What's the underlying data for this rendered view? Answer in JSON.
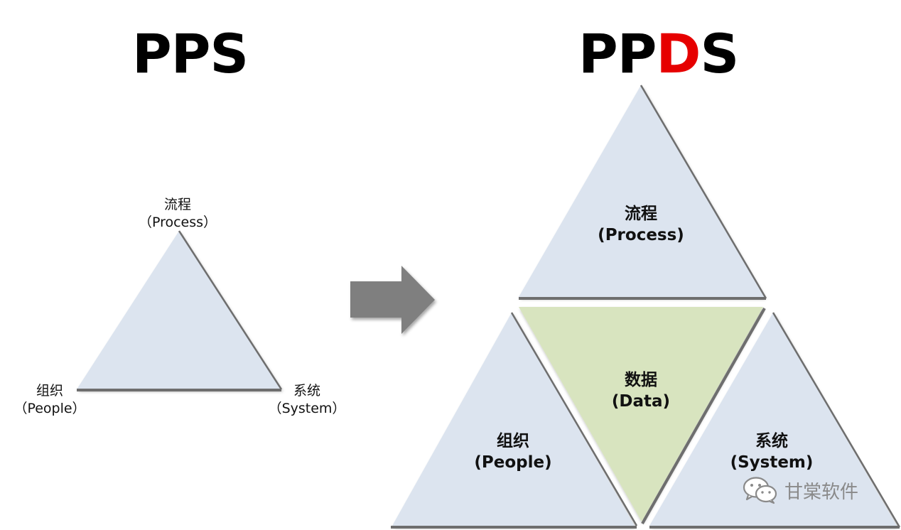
{
  "left": {
    "title": "PPS",
    "nodes": {
      "process": {
        "name": "流程",
        "en": "（Process）"
      },
      "people": {
        "name": "组织",
        "en": "（People）"
      },
      "system": {
        "name": "系统",
        "en": "（System）"
      }
    }
  },
  "right": {
    "title_part1": "PP",
    "title_highlight": "D",
    "title_part2": "S",
    "nodes": {
      "process": {
        "name": "流程",
        "en": "(Process)"
      },
      "data": {
        "name": "数据",
        "en": "(Data)"
      },
      "people": {
        "name": "组织",
        "en": "(People)"
      },
      "system": {
        "name": "系统",
        "en": "(System)"
      }
    }
  },
  "watermark": {
    "text": "甘棠软件",
    "icon": "wechat-icon"
  },
  "colors": {
    "triangle_fill": "#DCE4EF",
    "data_fill": "#D8E4BF",
    "edge_shadow": "#6E6E6E",
    "arrow": "#7F7F7F",
    "highlight": "#E60000"
  }
}
